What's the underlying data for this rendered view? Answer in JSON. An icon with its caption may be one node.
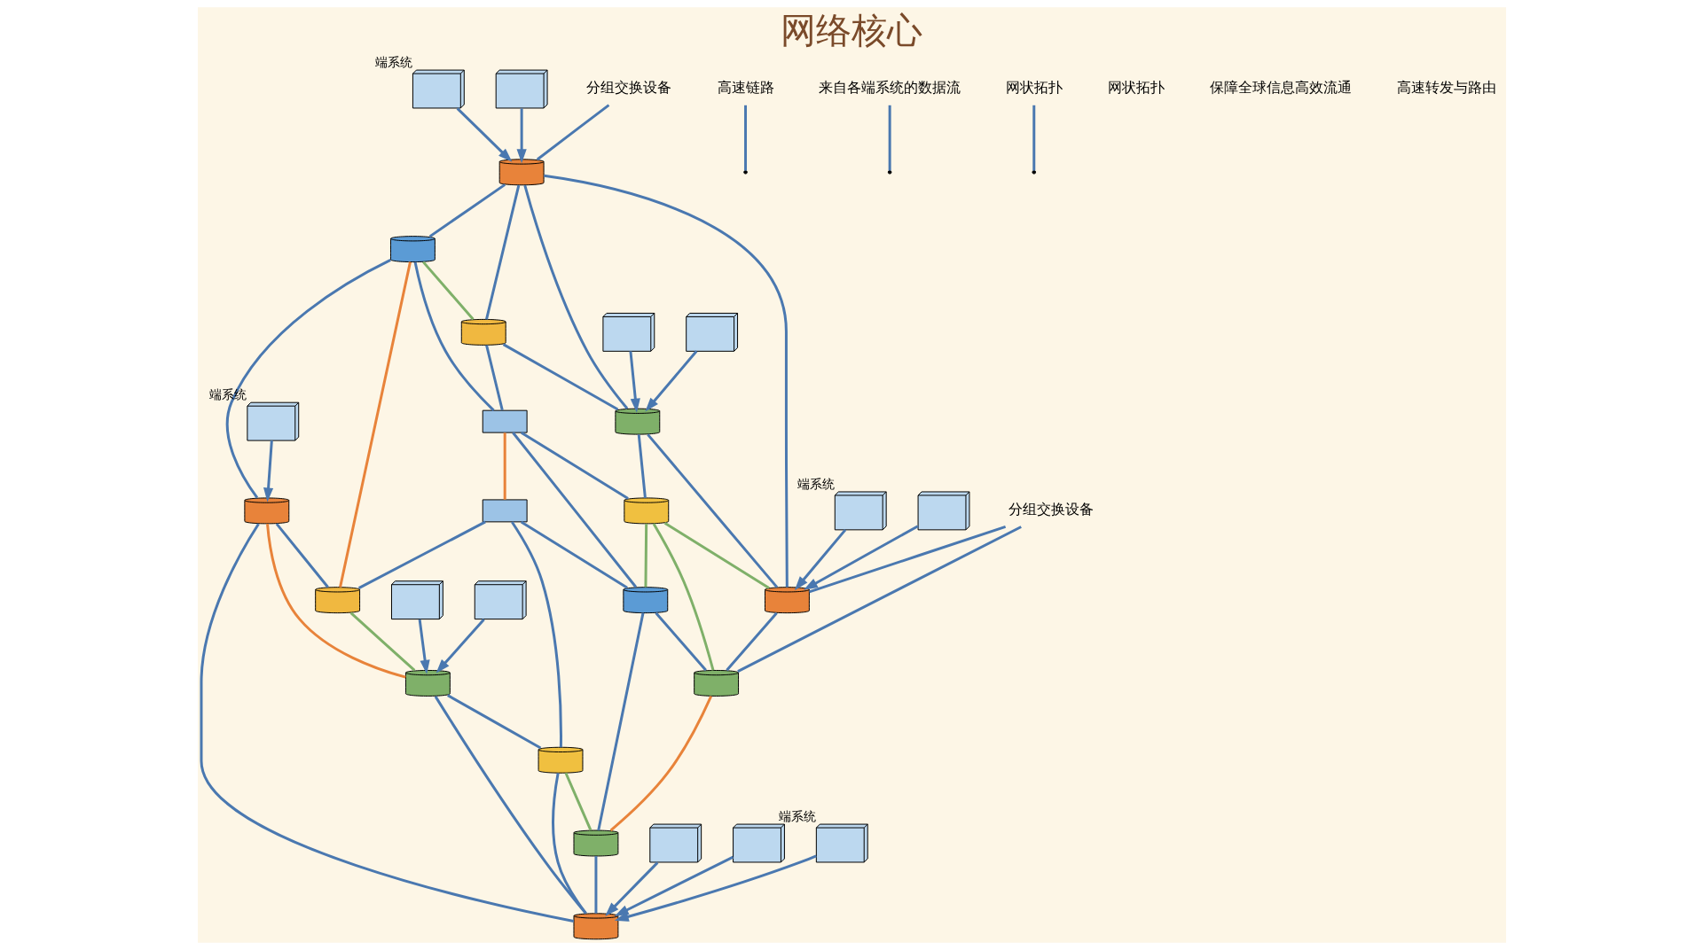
{
  "diagram": {
    "title": "网络核心",
    "nodes": [
      {
        "text": [],
        "shape": "cylinder"
      },
      {
        "text": [],
        "shape": "cylinder"
      },
      {
        "text": [],
        "shape": "cylinder"
      },
      {
        "text": [],
        "shape": "cylinder"
      },
      {
        "text": [],
        "shape": "cylinder"
      },
      {
        "text": [],
        "shape": "cylinder"
      },
      {
        "text": [],
        "shape": "cylinder"
      },
      {
        "text": [],
        "shape": "box"
      },
      {
        "text": [],
        "shape": "box"
      },
      {
        "text": [],
        "shape": "cylinder"
      },
      {
        "text": [],
        "shape": "cylinder"
      },
      {
        "text": [],
        "shape": "cylinder"
      },
      {
        "text": [],
        "shape": "cylinder"
      },
      {
        "text": [],
        "shape": "cylinder"
      },
      {
        "text": [],
        "shape": "cylinder"
      },
      {
        "text": [],
        "shape": "cylinder"
      },
      {
        "text": [],
        "shape": "picture",
        "beside": [
          "端系统"
        ]
      },
      {
        "text": [],
        "shape": "picture"
      },
      {
        "text": [],
        "shape": "picture"
      },
      {
        "text": [],
        "shape": "picture"
      },
      {
        "text": [],
        "shape": "picture",
        "beside": [
          "端系统"
        ]
      },
      {
        "text": [],
        "shape": "picture"
      },
      {
        "text": [],
        "shape": "picture",
        "beside": [
          "端系统"
        ]
      },
      {
        "text": [],
        "shape": "picture"
      },
      {
        "text": [],
        "shape": "picture"
      },
      {
        "text": [],
        "shape": "picture"
      },
      {
        "text": [],
        "shape": "picture"
      },
      {
        "text": [],
        "shape": "picture",
        "beside": [
          "端系统"
        ]
      },
      {
        "text": [
          "分组交换设备"
        ]
      },
      {
        "text": [
          "高速链路"
        ]
      },
      {
        "text": [
          "来自各端系统的数据流"
        ]
      },
      {
        "text": [
          "分组交换设备"
        ]
      },
      {
        "text": [
          "网状拓扑"
        ]
      }
    ],
    "edges": [
      {
        "from": 0,
        "to": 1,
        "arrow": "none"
      },
      {
        "from": 1,
        "to": 2,
        "arrow": "none"
      },
      {
        "from": 1,
        "to": 3,
        "arrow": "none",
        "color": "#7fb069"
      },
      {
        "from": 1,
        "to": 7,
        "arrow": "none"
      },
      {
        "from": 1,
        "to": 4,
        "arrow": "none",
        "color": "#e8833a"
      },
      {
        "from": 2,
        "to": 4,
        "arrow": "none"
      },
      {
        "from": 2,
        "to": 6,
        "arrow": "none",
        "color": "#e8833a"
      },
      {
        "from": 2,
        "to": 13,
        "arrow": "none"
      },
      {
        "from": 0,
        "to": 3,
        "arrow": "none"
      },
      {
        "from": 0,
        "to": 5,
        "arrow": "none"
      },
      {
        "from": 0,
        "to": 12,
        "arrow": "none"
      },
      {
        "from": 3,
        "to": 5,
        "arrow": "none"
      },
      {
        "from": 3,
        "to": 7,
        "arrow": "none"
      },
      {
        "from": 5,
        "to": 9,
        "arrow": "none"
      },
      {
        "from": 5,
        "to": 12,
        "arrow": "none"
      },
      {
        "from": 7,
        "to": 8,
        "arrow": "none",
        "color": "#e8833a"
      },
      {
        "from": 7,
        "to": 9,
        "arrow": "none"
      },
      {
        "from": 7,
        "to": 11,
        "arrow": "none"
      },
      {
        "from": 8,
        "to": 4,
        "arrow": "none"
      },
      {
        "from": 8,
        "to": 10,
        "arrow": "none"
      },
      {
        "from": 8,
        "to": 11,
        "arrow": "none"
      },
      {
        "from": 4,
        "to": 6,
        "arrow": "none",
        "color": "#7fb069"
      },
      {
        "from": 6,
        "to": 10,
        "arrow": "none"
      },
      {
        "from": 6,
        "to": 13,
        "arrow": "none"
      },
      {
        "from": 10,
        "to": 13,
        "arrow": "none"
      },
      {
        "from": 10,
        "to": 15,
        "arrow": "none",
        "color": "#7fb069"
      },
      {
        "from": 9,
        "to": 12,
        "arrow": "none",
        "color": "#7fb069"
      },
      {
        "from": 9,
        "to": 14,
        "arrow": "none",
        "color": "#7fb069"
      },
      {
        "from": 9,
        "to": 11,
        "arrow": "none",
        "color": "#7fb069"
      },
      {
        "from": 11,
        "to": 14,
        "arrow": "none"
      },
      {
        "from": 11,
        "to": 15,
        "arrow": "none"
      },
      {
        "from": 12,
        "to": 14,
        "arrow": "none"
      },
      {
        "from": 14,
        "to": 15,
        "arrow": "none",
        "color": "#e8833a"
      },
      {
        "from": 15,
        "to": 13,
        "arrow": "none"
      },
      {
        "from": 16,
        "to": 0,
        "arrow": "to"
      },
      {
        "from": 17,
        "to": 0,
        "arrow": "to"
      },
      {
        "from": 18,
        "to": 5,
        "arrow": "to"
      },
      {
        "from": 19,
        "to": 5,
        "arrow": "to"
      },
      {
        "from": 20,
        "to": 12,
        "arrow": "to"
      },
      {
        "from": 21,
        "to": 12,
        "arrow": "to"
      },
      {
        "from": 22,
        "to": 2,
        "arrow": "to"
      },
      {
        "from": 23,
        "to": 6,
        "arrow": "to"
      },
      {
        "from": 24,
        "to": 6,
        "arrow": "to"
      },
      {
        "from": 25,
        "to": 13,
        "arrow": "to"
      },
      {
        "from": 26,
        "to": 13,
        "arrow": "to"
      },
      {
        "from": 27,
        "to": 13,
        "arrow": "to"
      },
      {
        "from": 28,
        "to": 0,
        "arrow": "none"
      },
      {
        "from": 29,
        "to": null,
        "arrow": "none"
      },
      {
        "from": 30,
        "to": null,
        "arrow": "none"
      },
      {
        "from": 31,
        "to": 12,
        "arrow": "none"
      },
      {
        "from": 31,
        "to": 14,
        "arrow": "none"
      },
      {
        "from": 32,
        "to": null,
        "arrow": "none"
      }
    ],
    "labels": [
      "网状拓扑",
      "保障全球信息高效流通",
      "高速转发与路由"
    ]
  }
}
